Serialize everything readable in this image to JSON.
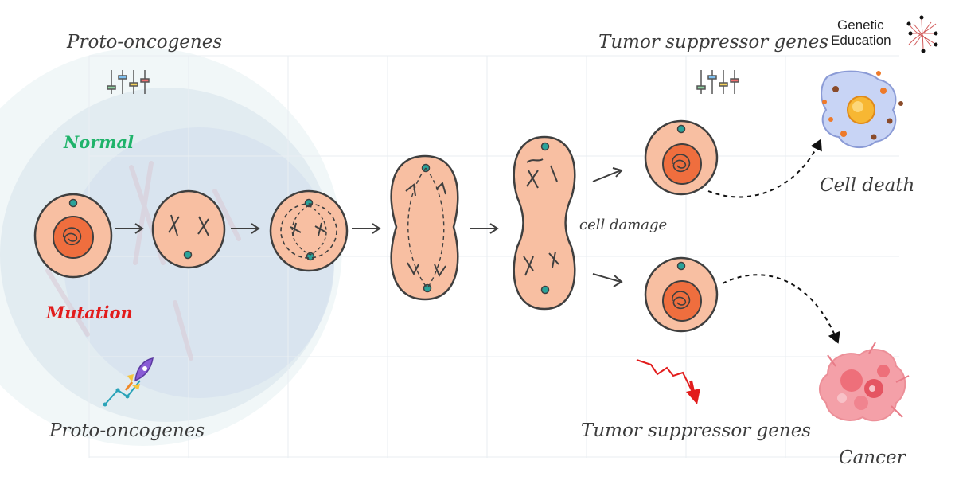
{
  "labels": {
    "proto_oncogenes_top": "Proto-oncogenes",
    "tumor_suppressor_top": "Tumor suppressor genes",
    "normal": "Normal",
    "mutation": "Mutation",
    "proto_oncogenes_bottom": "Proto-oncogenes",
    "tumor_suppressor_bottom": "Tumor suppressor genes",
    "cell_damage": "cell damage",
    "cell_death": "Cell death",
    "cancer": "Cancer"
  },
  "brand": {
    "line1": "Genetic",
    "line2": "Education"
  },
  "colors": {
    "cell_fill": "#f8bfa2",
    "nucleus_fill": "#ef6e3e",
    "outline": "#3f3f3f",
    "centrosome": "#2aa39a",
    "normal_label": "#1fb36a",
    "mutation_label": "#e21c1c",
    "cancer_pink": "#f4a0a8",
    "death_cell": "#c8d4f5"
  },
  "icons": {
    "top_left": "equalizer-icon",
    "top_right": "equalizer-icon",
    "rocket": "rocket-icon",
    "decline": "decline-arrow-icon",
    "brand": "dna-network-icon"
  }
}
